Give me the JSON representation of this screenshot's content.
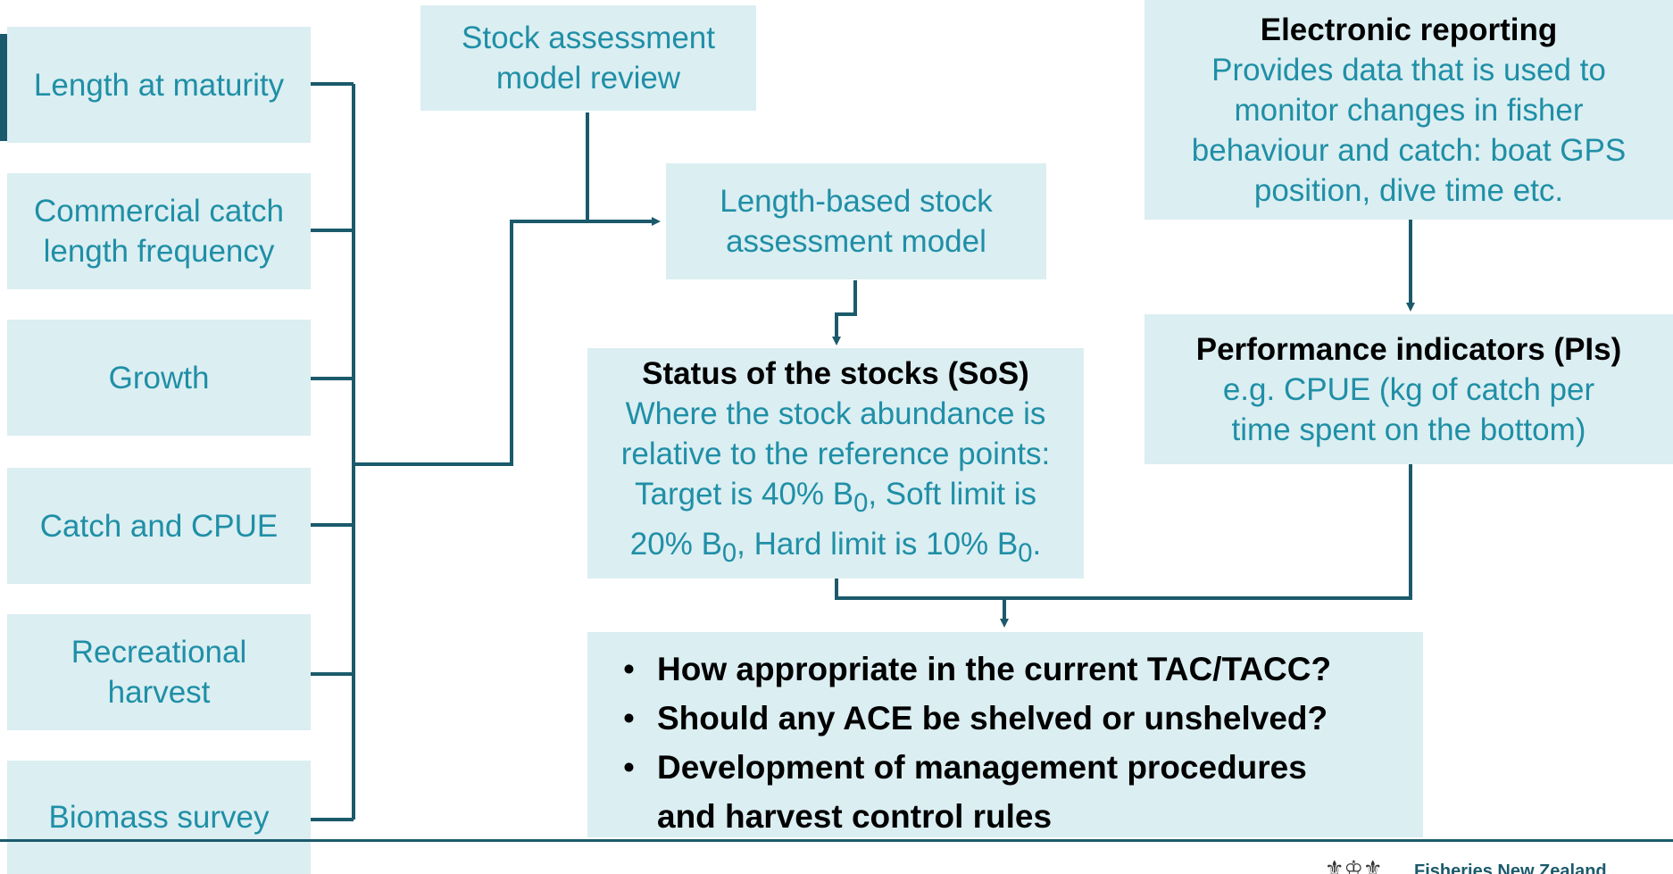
{
  "colors": {
    "box_fill": "#dbeef2",
    "box_text": "#1f8fa6",
    "connector": "#1b5a6b",
    "title_text": "#000000"
  },
  "inputs": [
    {
      "label": "Length at maturity"
    },
    {
      "label": "Commercial catch length frequency"
    },
    {
      "label": "Growth"
    },
    {
      "label": "Catch and CPUE"
    },
    {
      "label": "Recreational harvest"
    },
    {
      "label": "Biomass survey"
    }
  ],
  "model_review": {
    "label": "Stock assessment model review"
  },
  "length_model": {
    "label": "Length-based stock assessment model"
  },
  "sos": {
    "title": "Status of the stocks (SoS)",
    "line1": "Where the stock abundance is",
    "line2": "relative to the reference points:",
    "line3a": "Target is 40% B",
    "line3b": ", Soft limit is",
    "line4a": "20% B",
    "line4b": ", Hard limit is 10% B",
    "line4c": ".",
    "subscript": "0"
  },
  "electronic_reporting": {
    "title": "Electronic reporting",
    "body": "Provides data that is used to monitor changes in fisher behaviour and catch: boat GPS position, dive time etc."
  },
  "performance_indicators": {
    "title": "Performance indicators (PIs)",
    "body": "e.g. CPUE (kg of catch per time spent on the bottom)"
  },
  "questions": {
    "bullet": "•",
    "items": [
      "How appropriate in the current TAC/TACC?",
      "Should any ACE be shelved or unshelved?",
      "Development of management procedures and harvest control rules"
    ]
  },
  "footer": {
    "logo_text": "Fisheries New Zealand",
    "crest_icon": "nz-coat-of-arms-icon"
  }
}
